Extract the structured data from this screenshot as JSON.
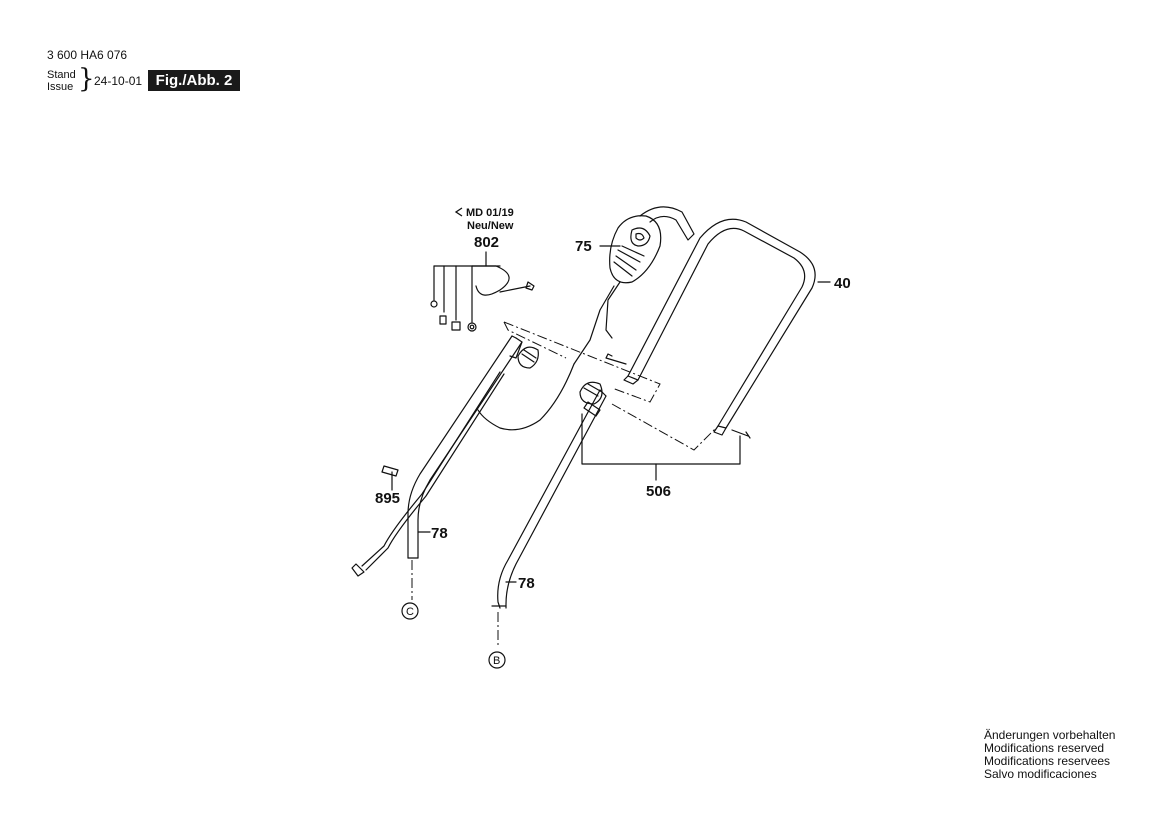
{
  "header": {
    "doc_number": "3 600 HA6 076",
    "stand_label": "Stand",
    "issue_label": "Issue",
    "issue_date": "24-10-01",
    "figure_badge": "Fig./Abb. 2"
  },
  "callouts": {
    "p75": "75",
    "p40": "40",
    "p802": "802",
    "p802_note_1": "MD 01/19",
    "p802_note_2": "Neu/New",
    "p506": "506",
    "p895": "895",
    "p78a": "78",
    "p78b": "78",
    "ref_c": "C",
    "ref_b": "B"
  },
  "legal": {
    "de": "Änderungen vorbehalten",
    "en": "Modifications reserved",
    "fr": "Modifications reservees",
    "es": "Salvo modificaciones"
  }
}
